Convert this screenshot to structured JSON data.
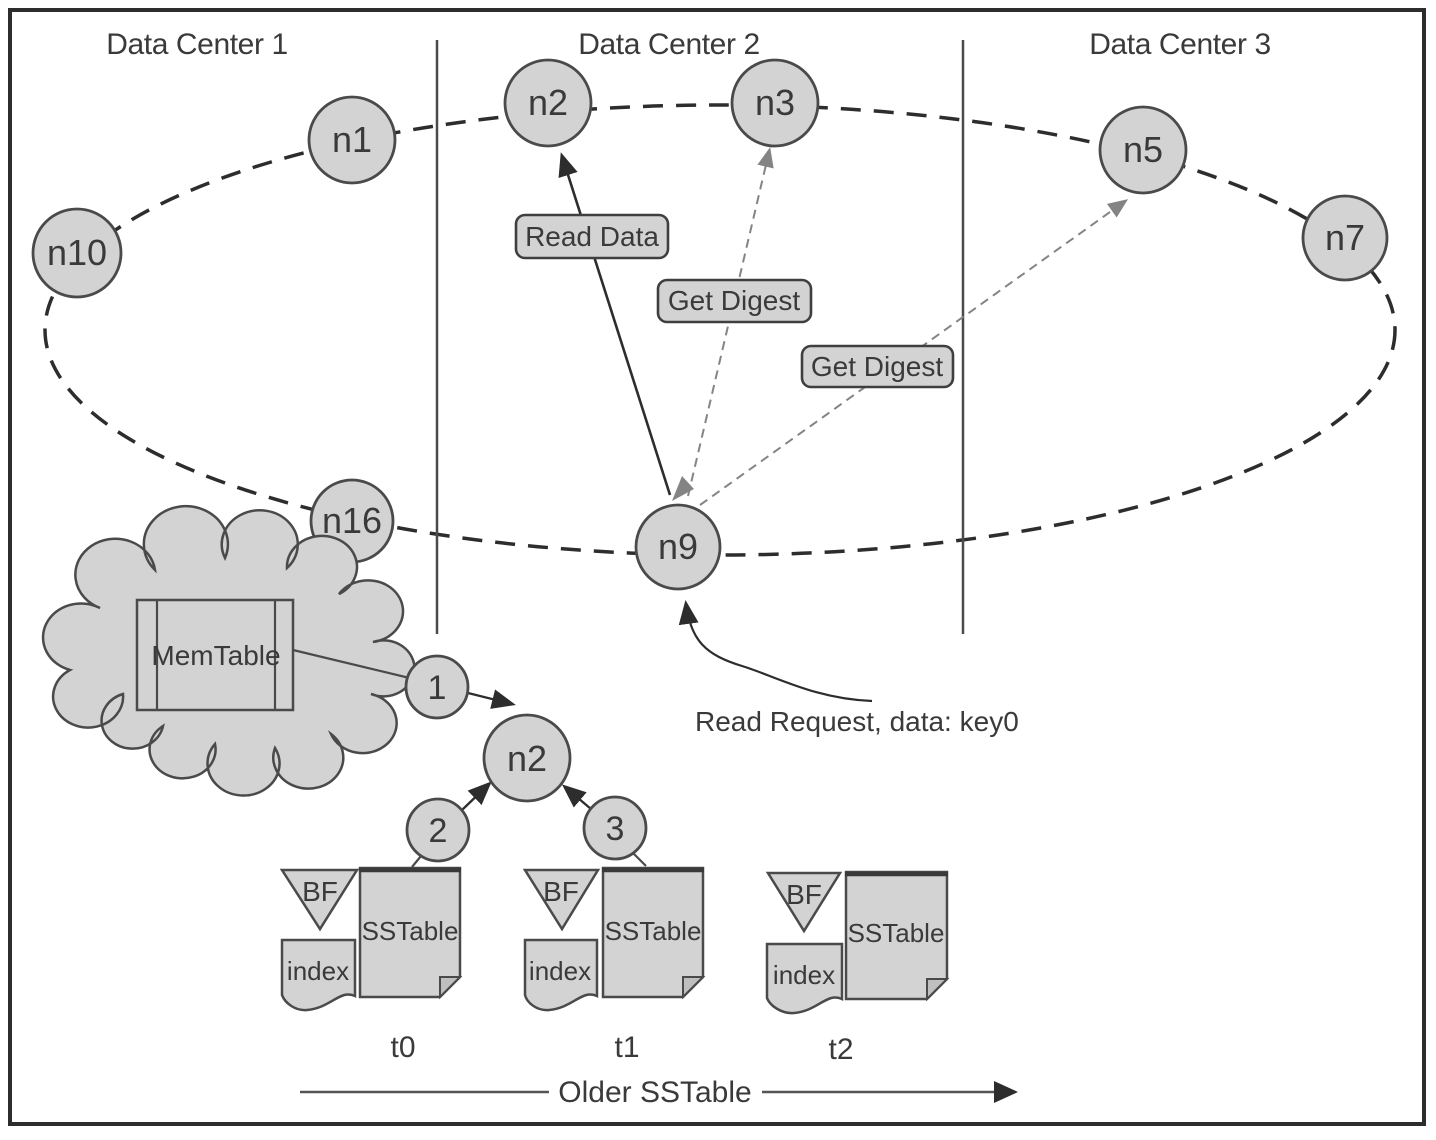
{
  "labels": {
    "dc1": "Data Center 1",
    "dc2": "Data Center 2",
    "dc3": "Data Center 3"
  },
  "ring": {
    "n1": "n1",
    "n2": "n2",
    "n3": "n3",
    "n5": "n5",
    "n7": "n7",
    "n9": "n9",
    "n10": "n10",
    "n16": "n16"
  },
  "messages": {
    "read_data": "Read Data",
    "get_digest_a": "Get Digest",
    "get_digest_b": "Get Digest"
  },
  "annotations": {
    "read_request": "Read Request, data: key0",
    "older_sstable": "Older SSTable"
  },
  "read_path": {
    "memtable": "MemTable",
    "node": "n2",
    "step1": "1",
    "step2": "2",
    "step3": "3"
  },
  "storage": {
    "groups": [
      {
        "bf": "BF",
        "index": "index",
        "sstable": "SSTable",
        "time": "t0"
      },
      {
        "bf": "BF",
        "index": "index",
        "sstable": "SSTable",
        "time": "t1"
      },
      {
        "bf": "BF",
        "index": "index",
        "sstable": "SSTable",
        "time": "t2"
      }
    ]
  },
  "colors": {
    "shape_fill": "#d3d3d3",
    "shape_stroke": "#4a4a4a",
    "line_dark": "#2d2d2d",
    "arrow_gray": "#848484",
    "text": "#3a3a3a",
    "background": "#ffffff"
  }
}
